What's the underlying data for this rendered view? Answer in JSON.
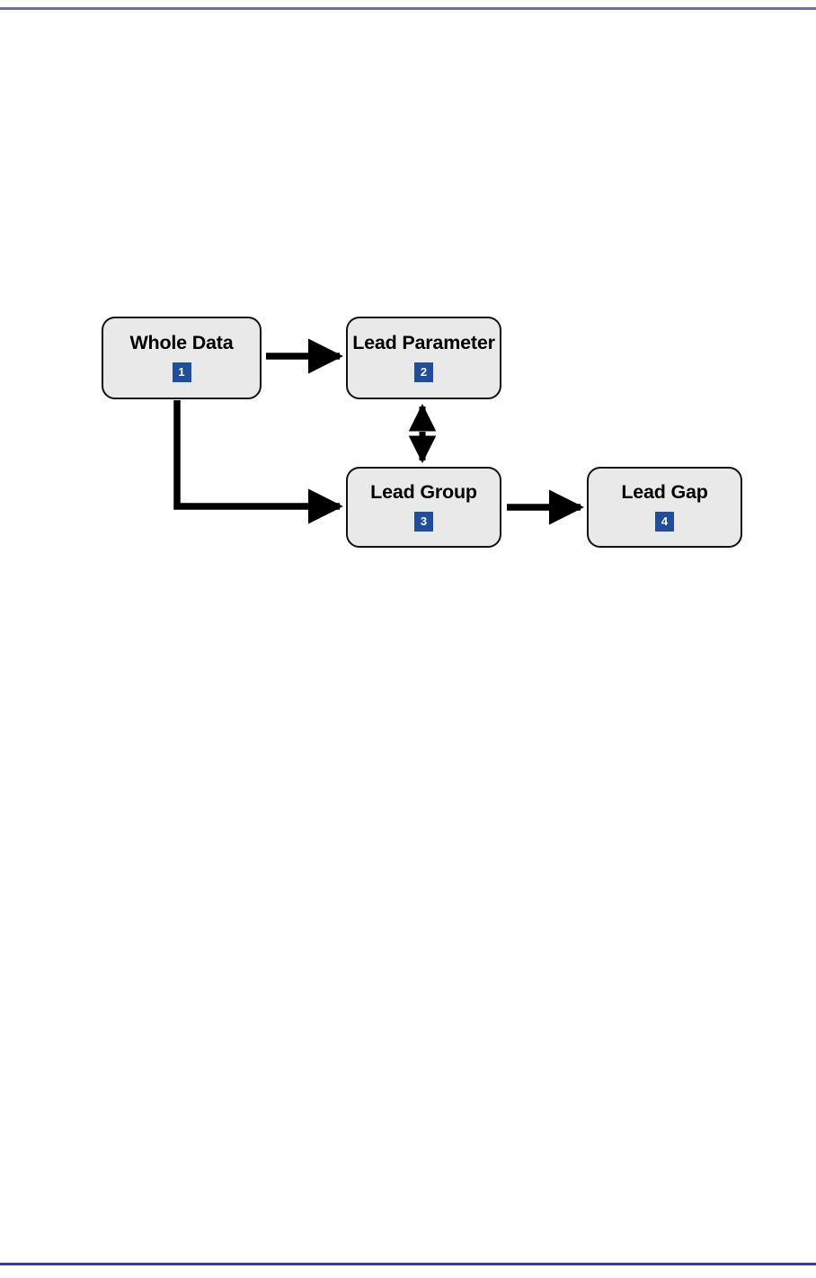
{
  "page": {
    "background": "#ffffff",
    "rules": {
      "top_color": "#6b6fa8",
      "bottom_color": "#3b3b9e"
    }
  },
  "diagram": {
    "type": "flowchart",
    "node_fill": "#e9e9e9",
    "node_border": "#111111",
    "badge_color": "#1f4e9c",
    "badge_text_color": "#ffffff",
    "nodes": [
      {
        "id": "whole-data",
        "label": "Whole Data",
        "badge": "1"
      },
      {
        "id": "lead-parameter",
        "label": "Lead Parameter",
        "badge": "2"
      },
      {
        "id": "lead-group",
        "label": "Lead Group",
        "badge": "3"
      },
      {
        "id": "lead-gap",
        "label": "Lead Gap",
        "badge": "4"
      }
    ],
    "edges": [
      {
        "from": "whole-data",
        "to": "lead-parameter",
        "style": "solid",
        "direction": "forward"
      },
      {
        "from": "whole-data",
        "to": "lead-group",
        "style": "solid",
        "direction": "forward",
        "routing": "elbow"
      },
      {
        "from": "lead-parameter",
        "to": "lead-group",
        "style": "dashed",
        "direction": "both"
      },
      {
        "from": "lead-group",
        "to": "lead-gap",
        "style": "solid",
        "direction": "forward"
      }
    ]
  }
}
